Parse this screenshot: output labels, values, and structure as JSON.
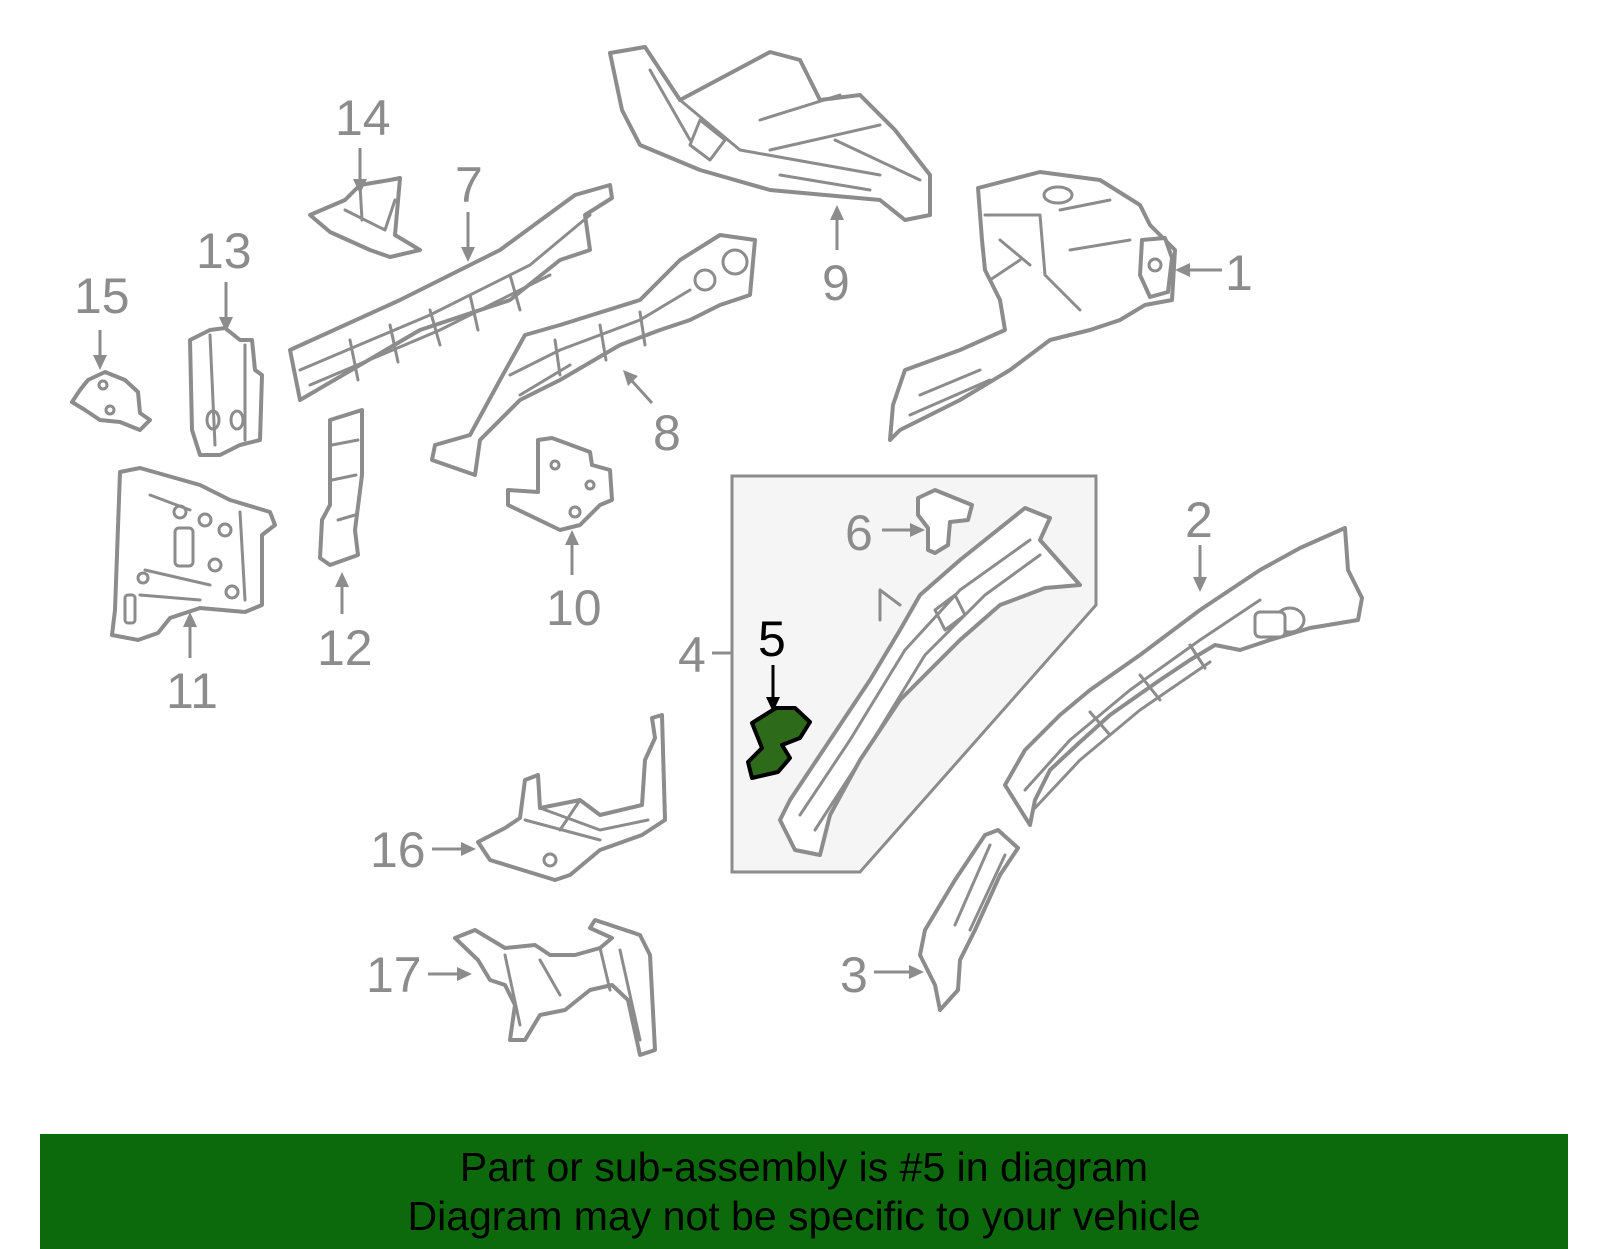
{
  "callouts": {
    "c1": "1",
    "c2": "2",
    "c3": "3",
    "c4": "4",
    "c5": "5",
    "c6": "6",
    "c7": "7",
    "c8": "8",
    "c9": "9",
    "c10": "10",
    "c11": "11",
    "c12": "12",
    "c13": "13",
    "c14": "14",
    "c15": "15",
    "c16": "16",
    "c17": "17"
  },
  "highlighted_part": "5",
  "colors": {
    "line": "#8c8c8c",
    "highlight_fill": "#2d6a1a",
    "banner_bg": "#0c6a0c",
    "active_label": "#000000"
  },
  "banner": {
    "line1": "Part or sub-assembly is #5 in diagram",
    "line2": "Diagram may not be specific to your vehicle"
  }
}
